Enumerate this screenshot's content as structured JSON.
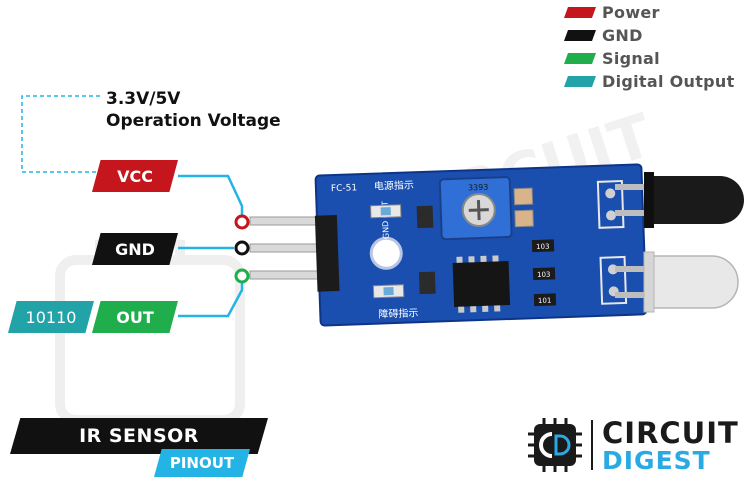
{
  "legend": [
    {
      "label": "Power",
      "color": "#c4161c"
    },
    {
      "label": "GND",
      "color": "#111111"
    },
    {
      "label": "Signal",
      "color": "#1fae4b"
    },
    {
      "label": "Digital Output",
      "color": "#22a3a8"
    }
  ],
  "voltage": {
    "line1": "3.3V/5V",
    "line2": "Operation Voltage"
  },
  "pins": {
    "vcc": {
      "label": "VCC",
      "color": "#c4161c"
    },
    "gnd": {
      "label": "GND",
      "color": "#111111"
    },
    "out": {
      "label": "OUT",
      "color": "#1fae4b"
    },
    "digital": {
      "label": "10110",
      "color": "#22a3a8"
    }
  },
  "board": {
    "silk_top": "FC-51",
    "silk_pins": "VCC GND OUT",
    "silk_power_led": "电源指示",
    "silk_out_led": "障碍指示",
    "pot_label": "3393",
    "r1": "103",
    "r2": "103",
    "r3": "101"
  },
  "title": {
    "main": "IR SENSOR",
    "sub": "PINOUT"
  },
  "brand": {
    "line1": "CIRCUIT",
    "line2": "DIGEST"
  },
  "watermark": "CIRCUIT"
}
